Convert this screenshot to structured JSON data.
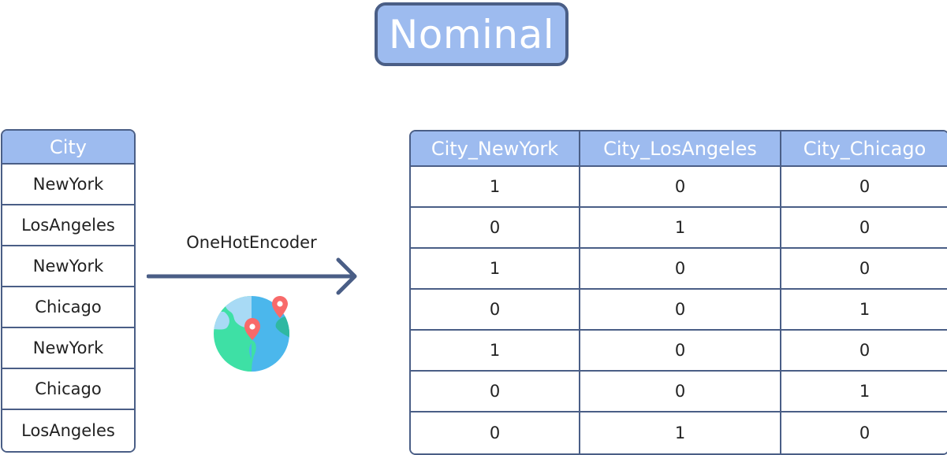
{
  "title": "Nominal",
  "transform": {
    "label": "OneHotEncoder",
    "icon": "globe-location-pin-icon",
    "arrow_icon": "right-arrow-icon"
  },
  "input_table": {
    "header": "City",
    "rows": [
      "NewYork",
      "LosAngeles",
      "NewYork",
      "Chicago",
      "NewYork",
      "Chicago",
      "LosAngeles"
    ]
  },
  "output_table": {
    "headers": [
      "City_NewYork",
      "City_LosAngeles",
      "City_Chicago"
    ],
    "rows": [
      [
        "1",
        "0",
        "0"
      ],
      [
        "0",
        "1",
        "0"
      ],
      [
        "1",
        "0",
        "0"
      ],
      [
        "0",
        "0",
        "1"
      ],
      [
        "1",
        "0",
        "0"
      ],
      [
        "0",
        "0",
        "1"
      ],
      [
        "0",
        "1",
        "0"
      ]
    ]
  },
  "colors": {
    "header_fill": "#9dbbef",
    "border": "#4a5e86",
    "arrow": "#4a5e86",
    "globe_land": "#3ee0a5",
    "globe_water": "#4bb7ec",
    "pin": "#f86a6a"
  }
}
